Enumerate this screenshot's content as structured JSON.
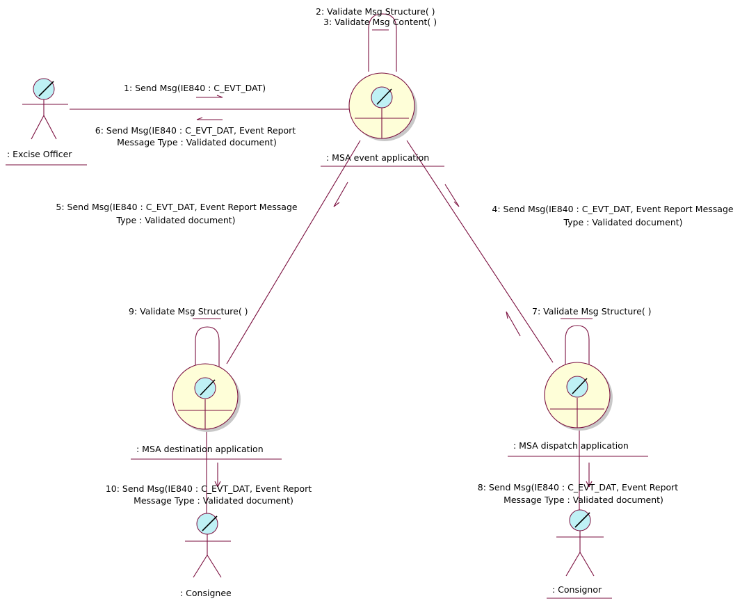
{
  "objects": {
    "excise_officer": ": Excise Officer",
    "msa_event": ": MSA event application",
    "msa_destination": ": MSA destination application",
    "msa_dispatch": ": MSA dispatch application",
    "consignee": ": Consignee",
    "consignor": ": Consignor"
  },
  "messages": {
    "m1": "1: Send Msg(IE840 : C_EVT_DAT)",
    "m2": "2: Validate Msg Structure( )",
    "m3": "3: Validate Msg Content( )",
    "m4": [
      "4: Send Msg(IE840 : C_EVT_DAT, Event Report Message",
      "Type : Validated document)"
    ],
    "m5": [
      "5: Send Msg(IE840 : C_EVT_DAT, Event Report Message",
      "Type : Validated document)"
    ],
    "m6": [
      "6: Send Msg(IE840 : C_EVT_DAT, Event Report",
      "Message Type : Validated document)"
    ],
    "m7": "7: Validate Msg Structure( )",
    "m8": [
      "8: Send Msg(IE840 : C_EVT_DAT, Event Report",
      "Message Type : Validated document)"
    ],
    "m9": "9: Validate Msg Structure( )",
    "m10": [
      "10: Send Msg(IE840 : C_EVT_DAT, Event Report",
      "Message Type : Validated document)"
    ]
  },
  "colors": {
    "line": "#7a0e3e",
    "boundary_fill": "#fefed8",
    "actor_head_fill": "#bff1f5"
  }
}
